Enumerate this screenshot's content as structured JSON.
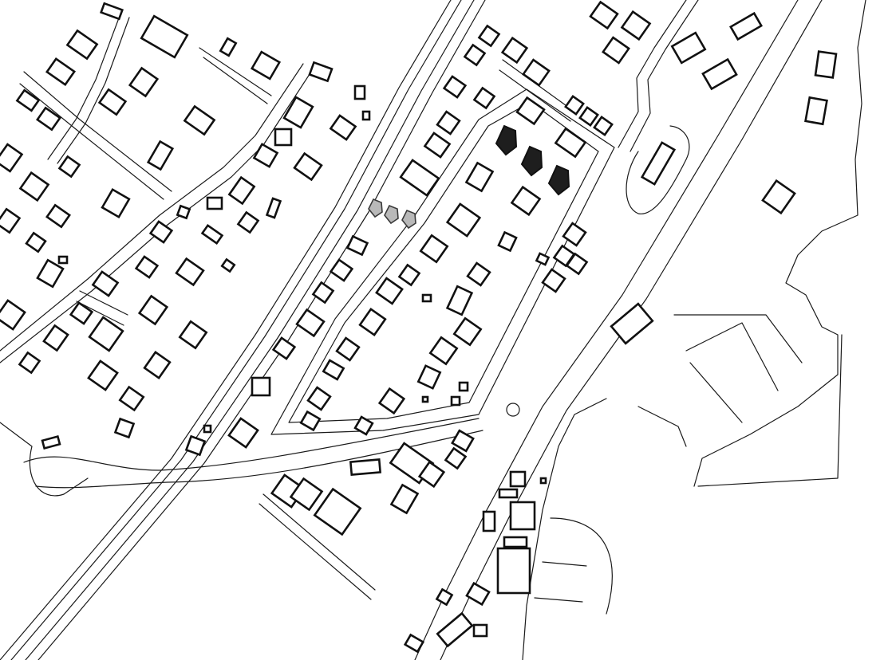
{
  "map": {
    "kind": "site-plan",
    "labels": [],
    "colors": {
      "background": "#ffffff",
      "outline": "#111111",
      "highlighted_buildings": "#1e1e1e",
      "proposed_buildings": "#b9b9b9"
    },
    "highlighted_building_count": 3,
    "proposed_building_count": 3
  }
}
